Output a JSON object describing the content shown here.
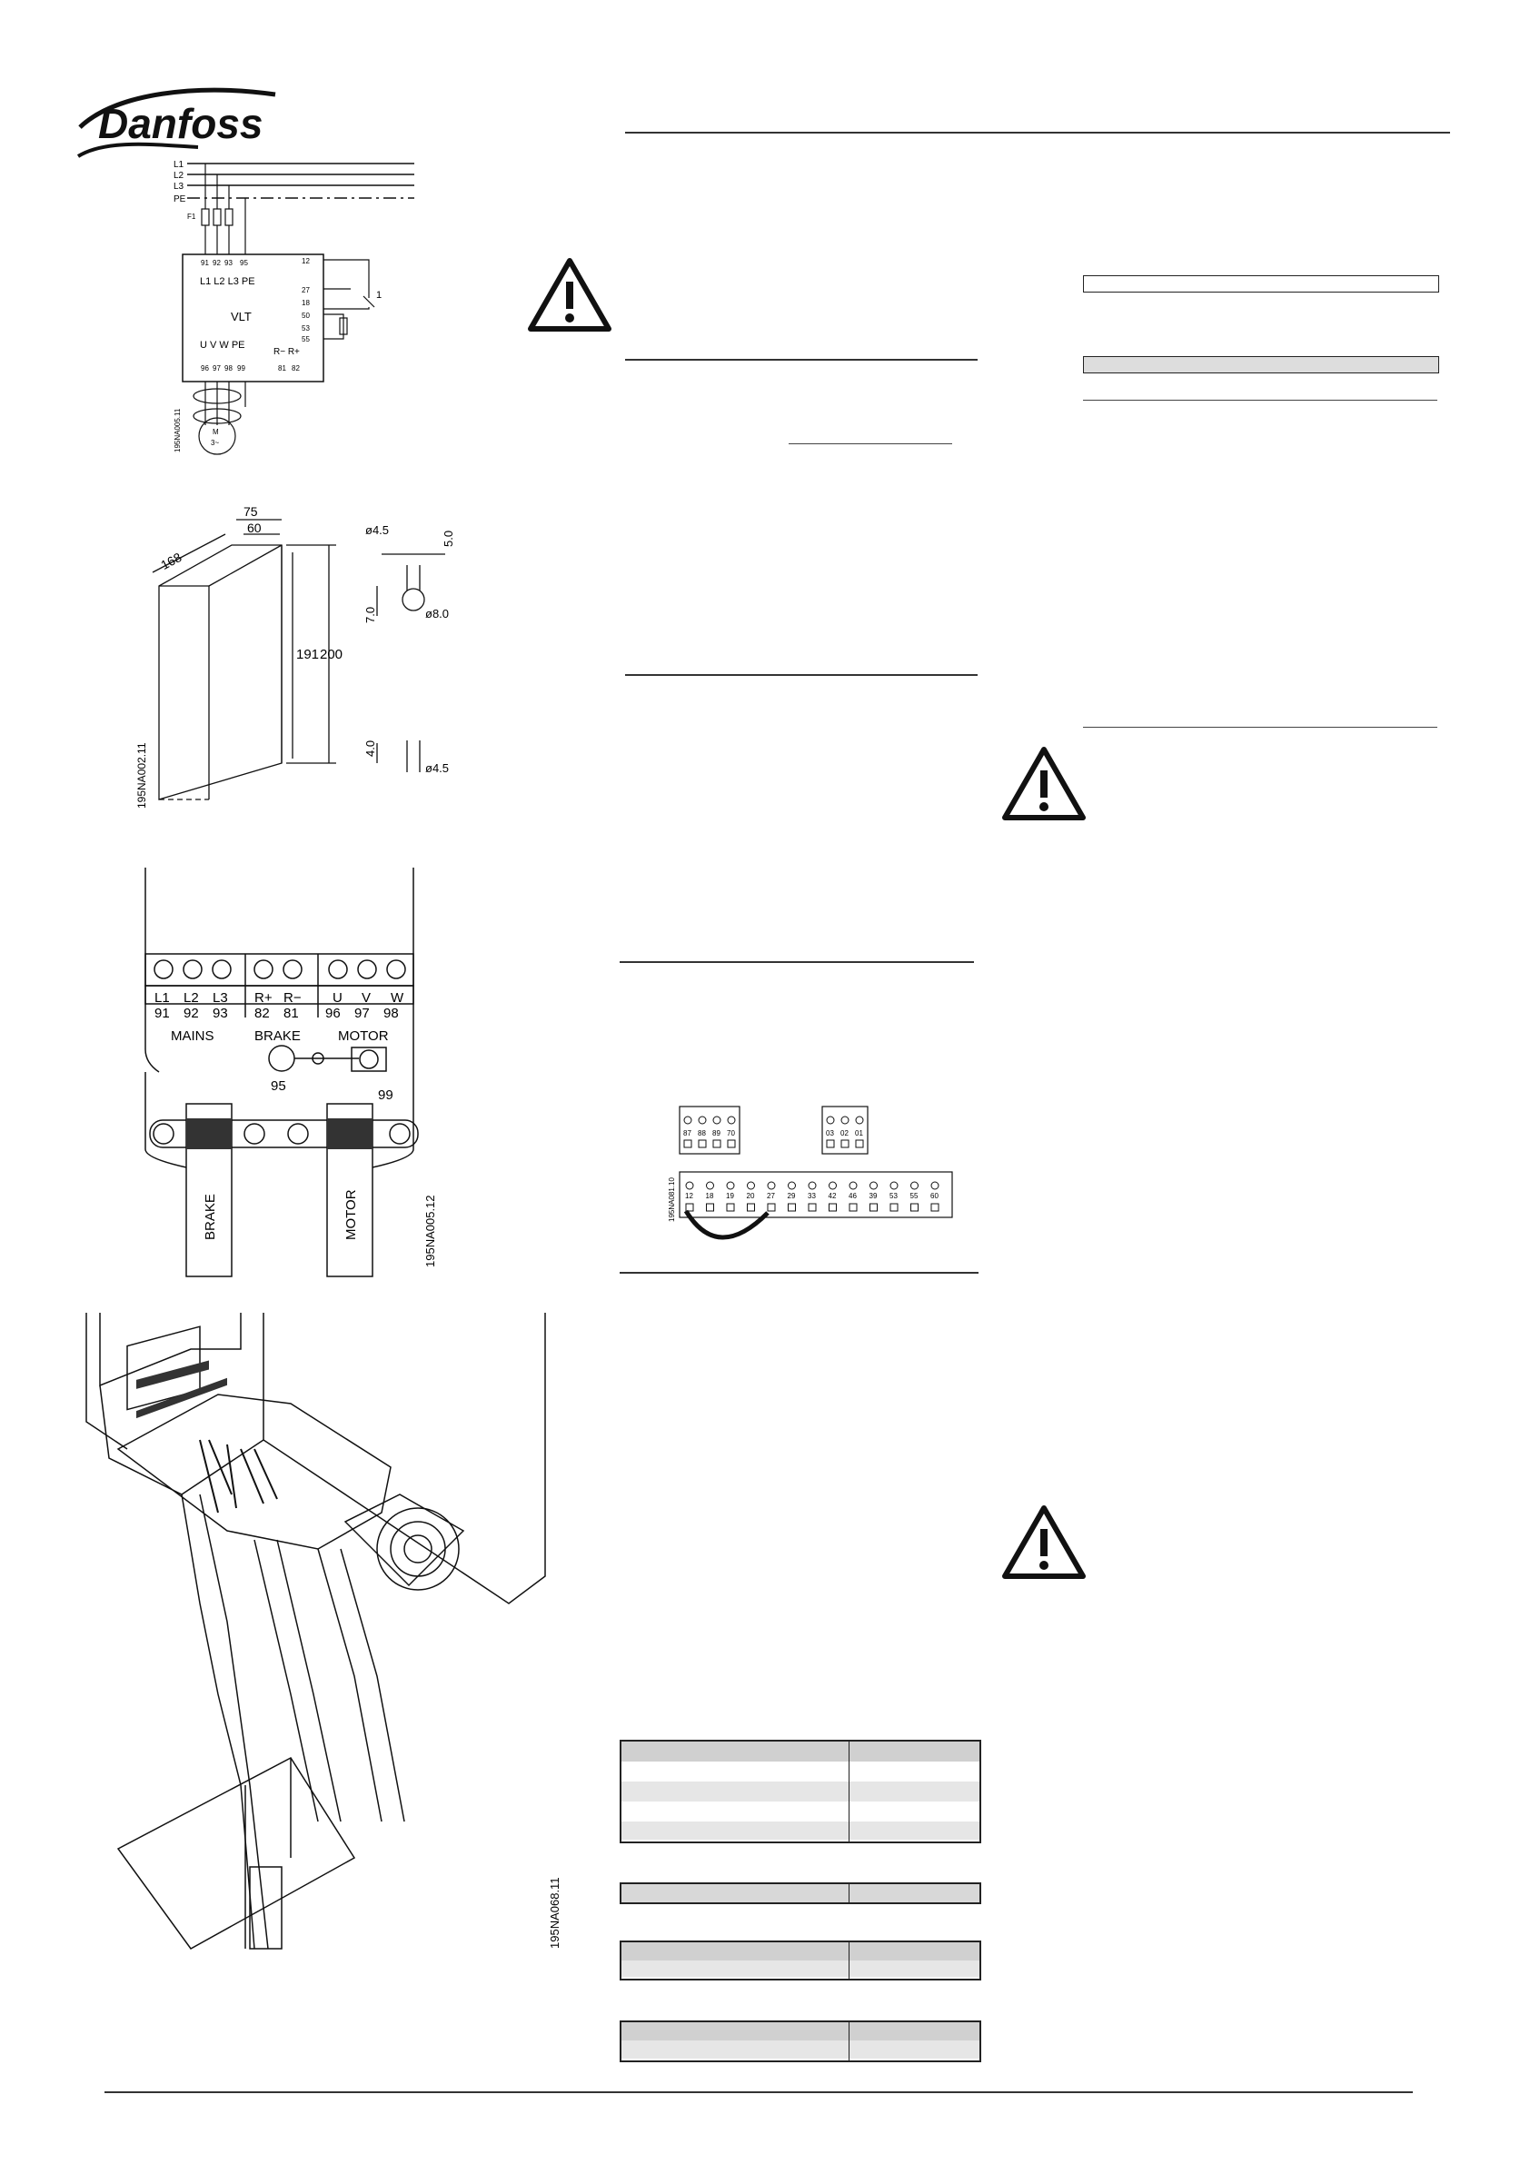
{
  "brand": {
    "logo_text": "Danfoss"
  },
  "wiring_diagram": {
    "lines": [
      "L1",
      "L2",
      "L3",
      "PE"
    ],
    "fuse_label": "F1",
    "input_terminals": [
      "91",
      "92",
      "93",
      "95"
    ],
    "input_labels": "L1 L2 L3 PE",
    "device_label": "VLT",
    "output_labels": "U  V  W  PE",
    "output_terminals": [
      "96",
      "97",
      "98",
      "99"
    ],
    "brake_labels": "R−  R+",
    "brake_terminals": [
      "81",
      "82"
    ],
    "control_terminals": [
      "12",
      "27",
      "18",
      "50",
      "53",
      "55"
    ],
    "switch_label": "1",
    "motor_label": "M",
    "motor_sub": "3~",
    "drawing_code": "195NA005.11"
  },
  "dimension_drawing": {
    "dims": {
      "depth": "168",
      "top_outer": "75",
      "top_inner": "60",
      "height_inner": "191",
      "height_outer": "200"
    },
    "hole_dims": {
      "small_dia": "ø4.5",
      "slot": "5.0",
      "offset": "7.0",
      "large_dia": "ø8.0",
      "slot2": "4.0",
      "small_dia2": "ø4.5"
    },
    "drawing_code": "195NA002.11"
  },
  "terminal_drawing": {
    "mains_labels": [
      "L1",
      "L2",
      "L3"
    ],
    "mains_numbers": [
      "91",
      "92",
      "93"
    ],
    "brake_labels": [
      "R+",
      "R−"
    ],
    "brake_numbers": [
      "82",
      "81"
    ],
    "motor_labels": [
      "U",
      "V",
      "W"
    ],
    "motor_numbers": [
      "96",
      "97",
      "98"
    ],
    "group_mains": "MAINS",
    "group_brake": "BRAKE",
    "group_motor": "MOTOR",
    "earth_left": "95",
    "earth_right": "99",
    "cable_brake": "BRAKE",
    "cable_motor": "MOTOR",
    "drawing_code": "195NA005.12"
  },
  "control_terminals": {
    "relay_terminals": [
      "87",
      "88",
      "89",
      "70"
    ],
    "relay2_terminals": [
      "03",
      "02",
      "01"
    ],
    "terminals": [
      "12",
      "18",
      "19",
      "20",
      "27",
      "29",
      "33",
      "42",
      "46",
      "39",
      "53",
      "55",
      "60"
    ],
    "drawing_code": "195NA081.10"
  },
  "install_drawing": {
    "drawing_code": "195NA068.11"
  },
  "colors": {
    "line": "#111111",
    "header_fill": "#d0d0d0",
    "row_fill": "#e6e6e6"
  },
  "icons": [
    "warning-icon",
    "warning-icon",
    "warning-icon"
  ]
}
